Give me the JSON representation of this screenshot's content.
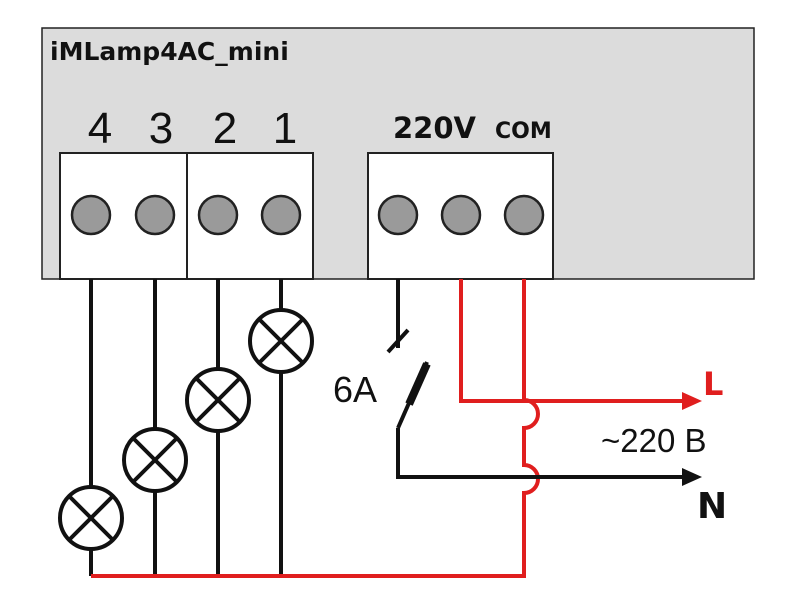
{
  "device": {
    "title": "iMLamp4AC_mini",
    "channel_labels": [
      "4",
      "3",
      "2",
      "1"
    ],
    "power_label": "220V",
    "com_label": "COM"
  },
  "breaker": {
    "rating": "6A"
  },
  "mains": {
    "line_label": "L",
    "voltage_label": "~220 B",
    "neutral_label": "N"
  },
  "colors": {
    "panel": "#dcdcdc",
    "line_wire": "#e01e1e",
    "neutral_wire": "#111111",
    "terminal": "#9a9a9a"
  },
  "icons": {
    "lamp": "lamp-icon",
    "terminal": "terminal-screw-icon",
    "breaker": "circuit-breaker-icon",
    "arrow": "arrow-right-icon"
  }
}
